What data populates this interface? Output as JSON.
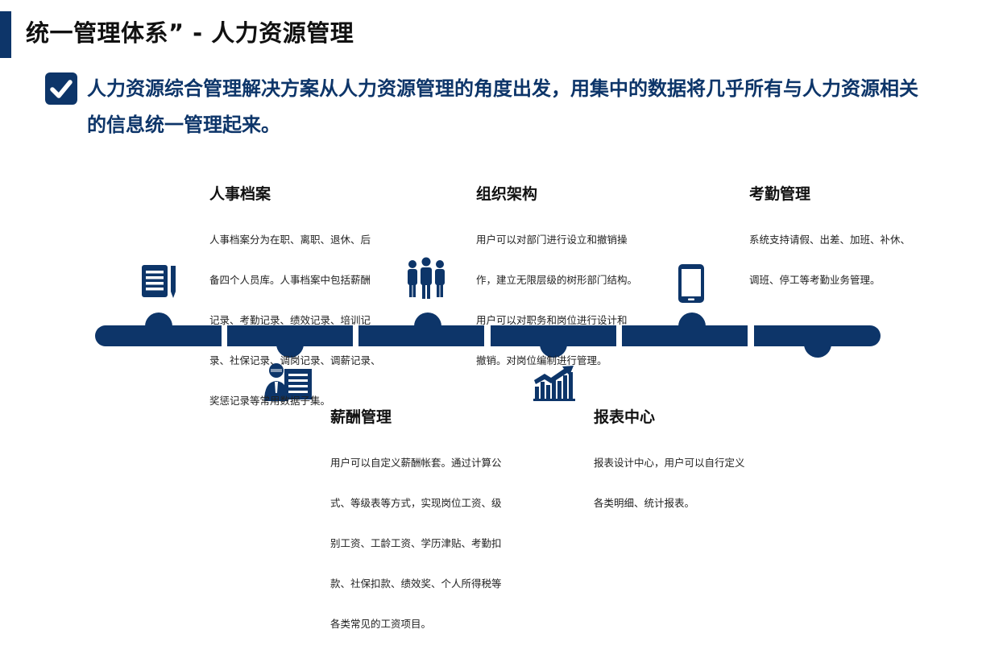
{
  "header": {
    "title": "统一管理体系” - 人力资源管理"
  },
  "lead": {
    "line1": "人力资源综合管理解决方案从人力资源管理的角度出发，用集中的数据将几乎所有与人力资源相关",
    "line2": "的信息统一管理起来。"
  },
  "items": [
    {
      "title": "人事档案",
      "icon": "file-document-icon",
      "lines": [
        "人事档案分为在职、离职、退休、后",
        "备四个人员库。人事档案中包括薪酬",
        "记录、考勤记录、绩效记录、培训记",
        "录、社保记录、调岗记录、调薪记录、",
        "奖惩记录等常用数据子集。"
      ]
    },
    {
      "title": "薪酬管理",
      "icon": "employee-board-icon",
      "lines": [
        "用户可以自定义薪酬帐套。通过计算公",
        "式、等级表等方式，实现岗位工资、级",
        "别工资、工龄工资、学历津贴、考勤扣",
        "款、社保扣款、绩效奖、个人所得税等",
        "各类常见的工资项目。"
      ]
    },
    {
      "title": "组织架构",
      "icon": "people-group-icon",
      "lines": [
        "用户可以对部门进行设立和撤销操",
        "作，建立无限层级的树形部门结构。",
        "用户可以对职务和岗位进行设计和",
        "撤销。对岗位编制进行管理。"
      ]
    },
    {
      "title": "报表中心",
      "icon": "growth-chart-icon",
      "lines": [
        "报表设计中心，用户可以自行定义",
        "各类明细、统计报表。"
      ]
    },
    {
      "title": "考勤管理",
      "icon": "mobile-phone-icon",
      "lines": [
        "系统支持请假、出差、加班、补休、",
        "调班、停工等考勤业务管理。"
      ]
    }
  ],
  "colors": {
    "primary": "#0d3569",
    "text": "#111111"
  }
}
